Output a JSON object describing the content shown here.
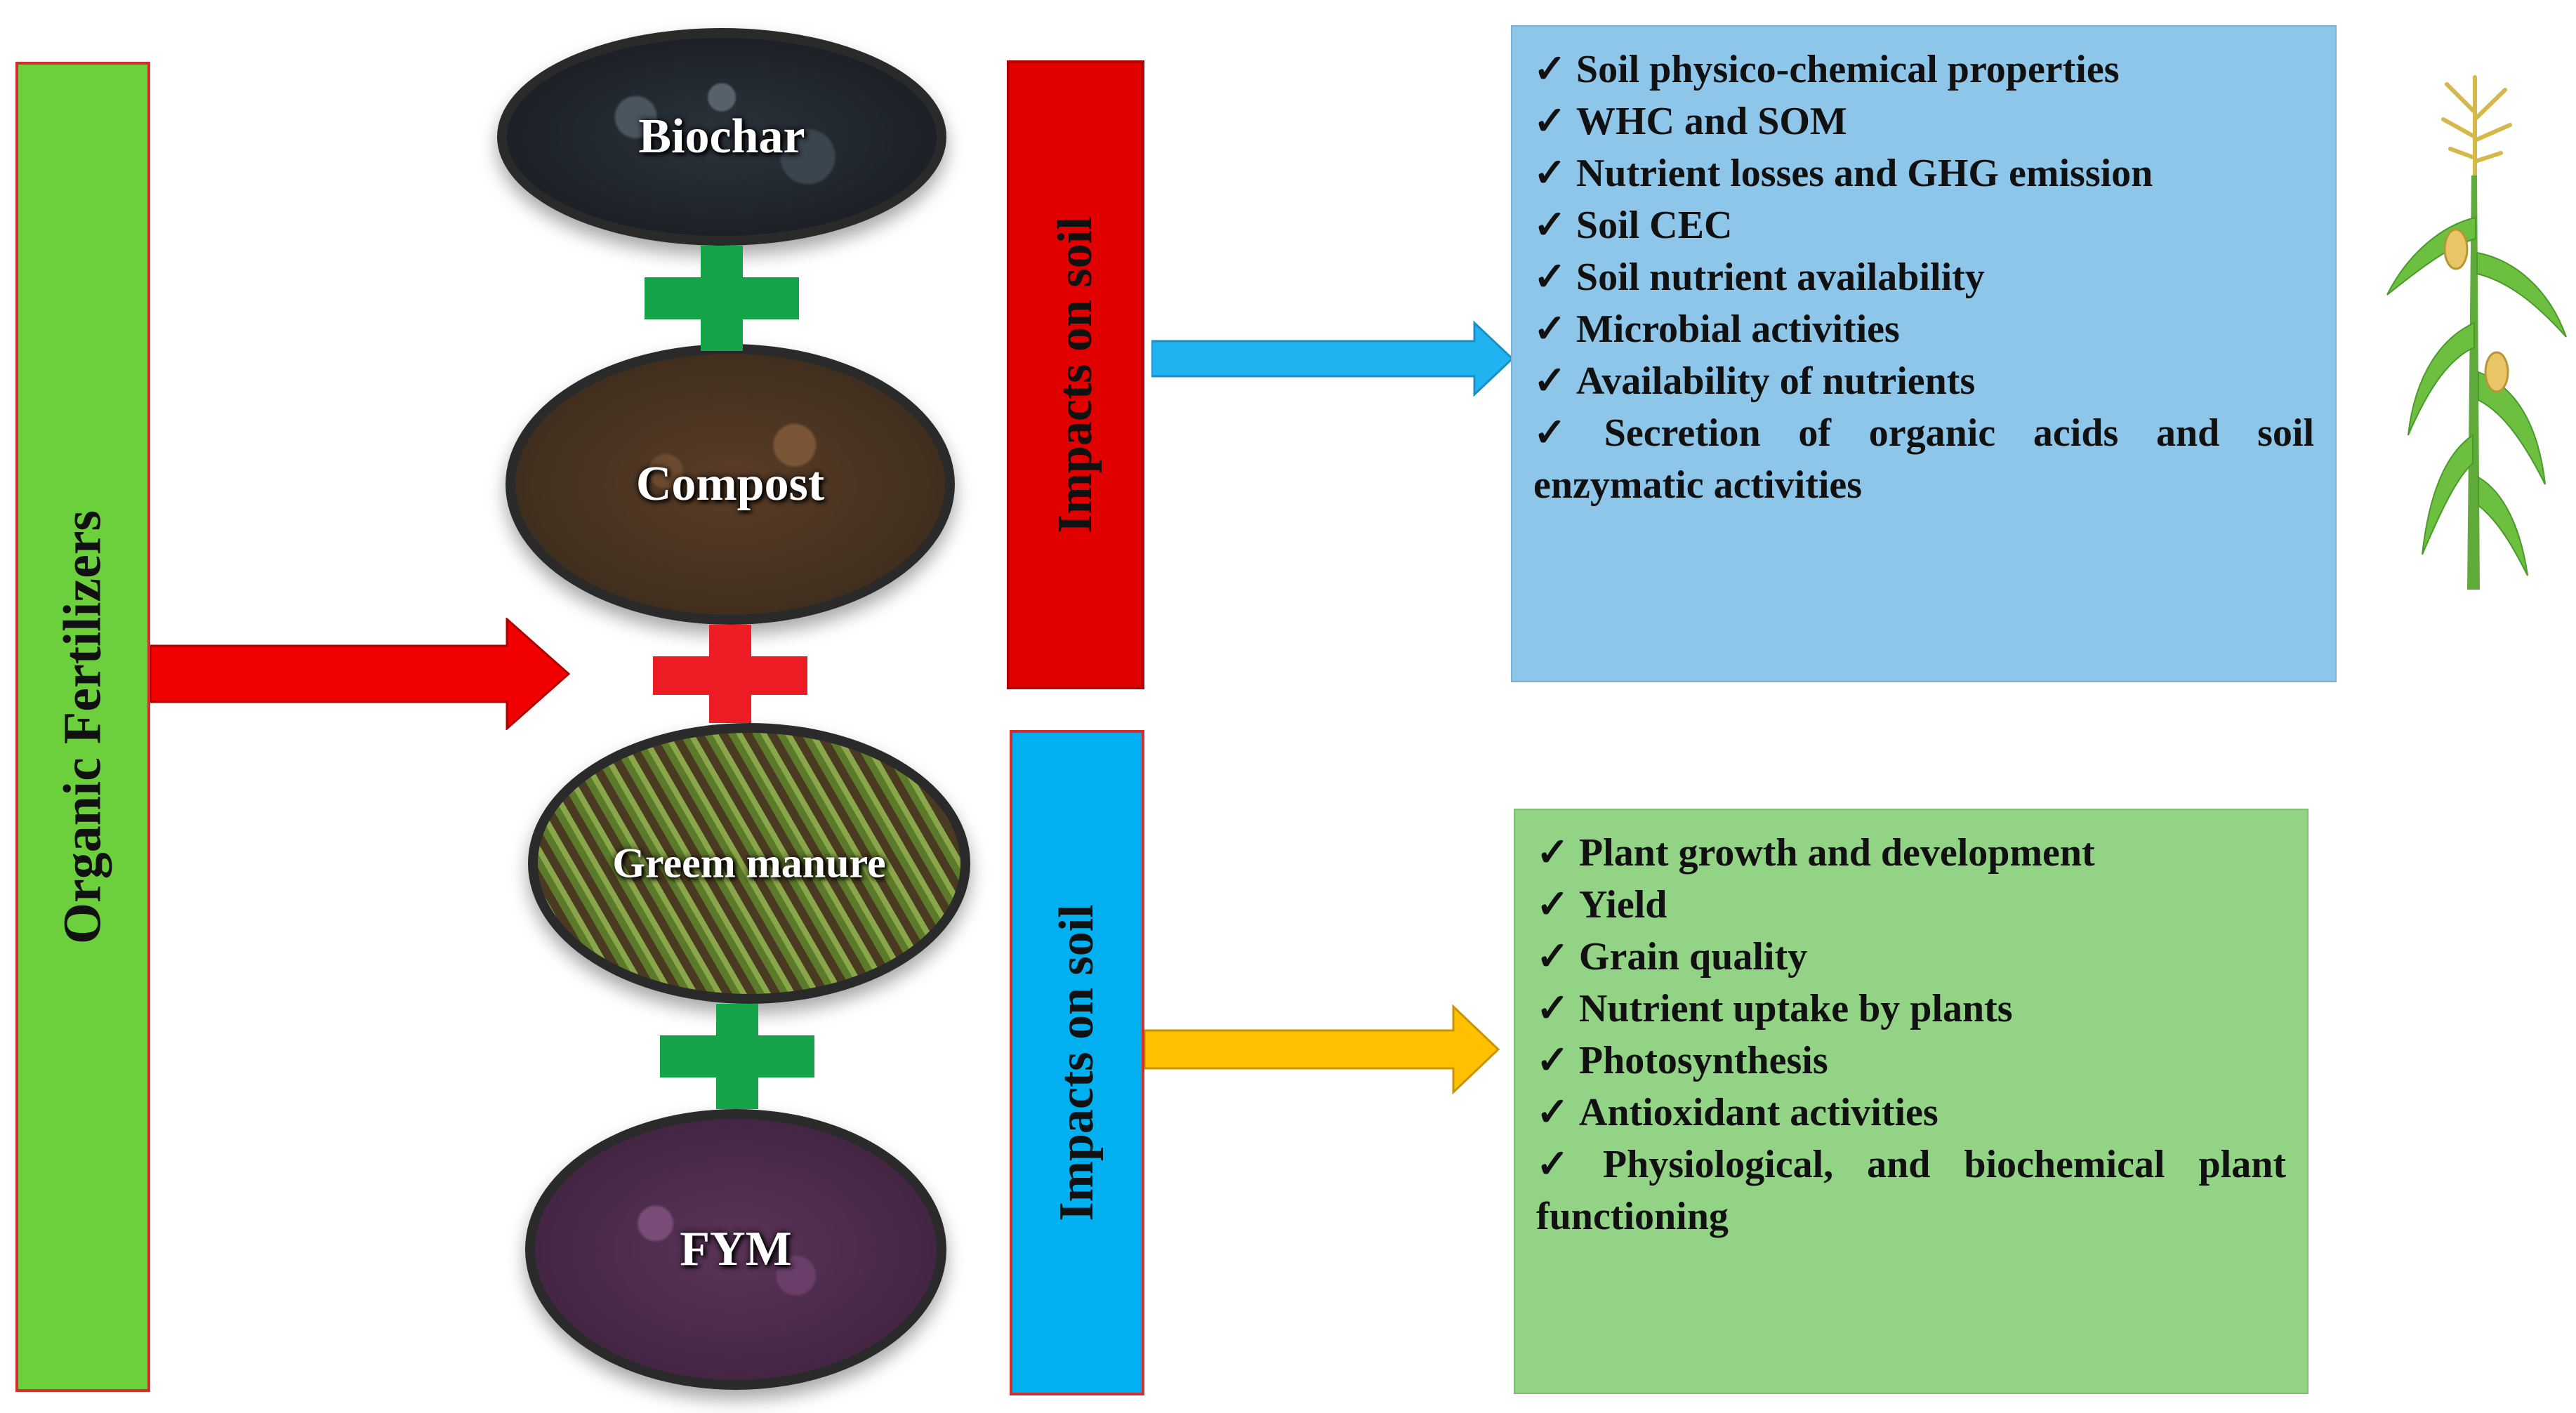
{
  "left_bar": {
    "label": "Organic Fertilizers",
    "color": "#6ccf3c"
  },
  "fertilizers": [
    {
      "label": "Biochar"
    },
    {
      "label": "Compost"
    },
    {
      "label": "Greem manure"
    },
    {
      "label": "FYM"
    }
  ],
  "impact_bars": [
    {
      "label": "Impacts on soil",
      "color": "#e00000"
    },
    {
      "label": "Impacts on soil",
      "color": "#00b0f0"
    }
  ],
  "soil_panel": {
    "color": "#8ec6ea",
    "check": "✓",
    "items": [
      "Soil physico-chemical properties",
      "WHC and SOM",
      "Nutrient losses and GHG emission",
      "Soil CEC",
      "Soil nutrient availability",
      "Microbial activities",
      "Availability of nutrients",
      "Secretion of organic acids and soil enzymatic activities"
    ]
  },
  "plant_panel": {
    "color": "#92d386",
    "check": "✓",
    "items": [
      "Plant growth and development",
      "Yield",
      "Grain quality",
      "Nutrient uptake by plants",
      "Photosynthesis",
      "Antioxidant activities",
      "Physiological, and biochemical plant functioning"
    ]
  },
  "colors": {
    "red_arrow": "#f00000",
    "blue_arrow": "#21b2f0",
    "orange_arrow": "#ffc000",
    "green_plus": "#16a34a",
    "red_plus": "#ee1c24"
  },
  "icons": [
    "plus-icon",
    "arrow-right-icon",
    "maize-plant-icon"
  ]
}
